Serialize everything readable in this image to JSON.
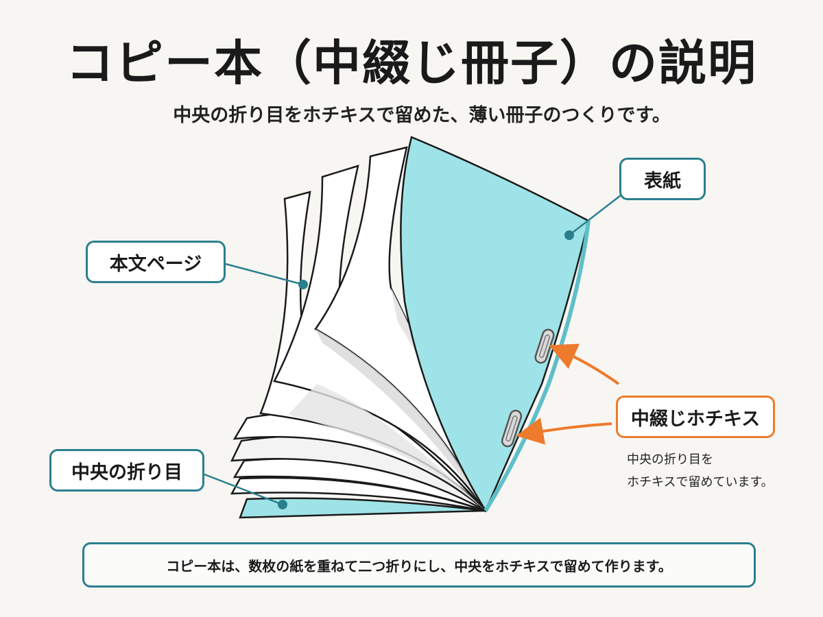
{
  "title": "コピー本（中綴じ冊子）の説明",
  "subtitle": "中央の折り目をホチキスで留めた、薄い冊子のつくりです。",
  "labels": {
    "cover": "表紙",
    "body_pages": "本文ページ",
    "center_fold": "中央の折り目",
    "saddle_staple": "中綴じホチキス"
  },
  "staple_note": {
    "line1": "中央の折り目を",
    "line2": "ホチキスで留めています。"
  },
  "footer": "コピー本は、数枚の紙を重ねて二つ折りにし、中央をホチキスで留めて作ります。",
  "colors": {
    "cover": "#9ee3e8",
    "teal_outline": "#2a7f8e",
    "orange_accent": "#ee7a2b",
    "page_white": "#ffffff",
    "background": "#f7f6f3"
  }
}
